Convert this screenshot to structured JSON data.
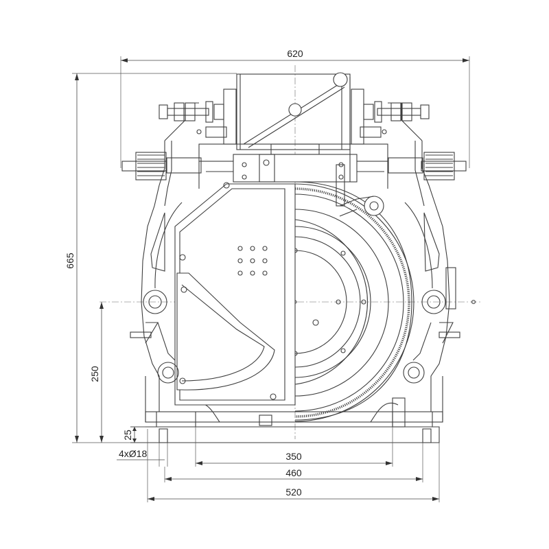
{
  "dimensions": {
    "overall_width": "620",
    "overall_height": "665",
    "shaft_height": "250",
    "base_thickness": "25",
    "hole_spec": "4xØ18",
    "hole_spacing": "350",
    "base_inner_width": "460",
    "base_outer_width": "520"
  }
}
